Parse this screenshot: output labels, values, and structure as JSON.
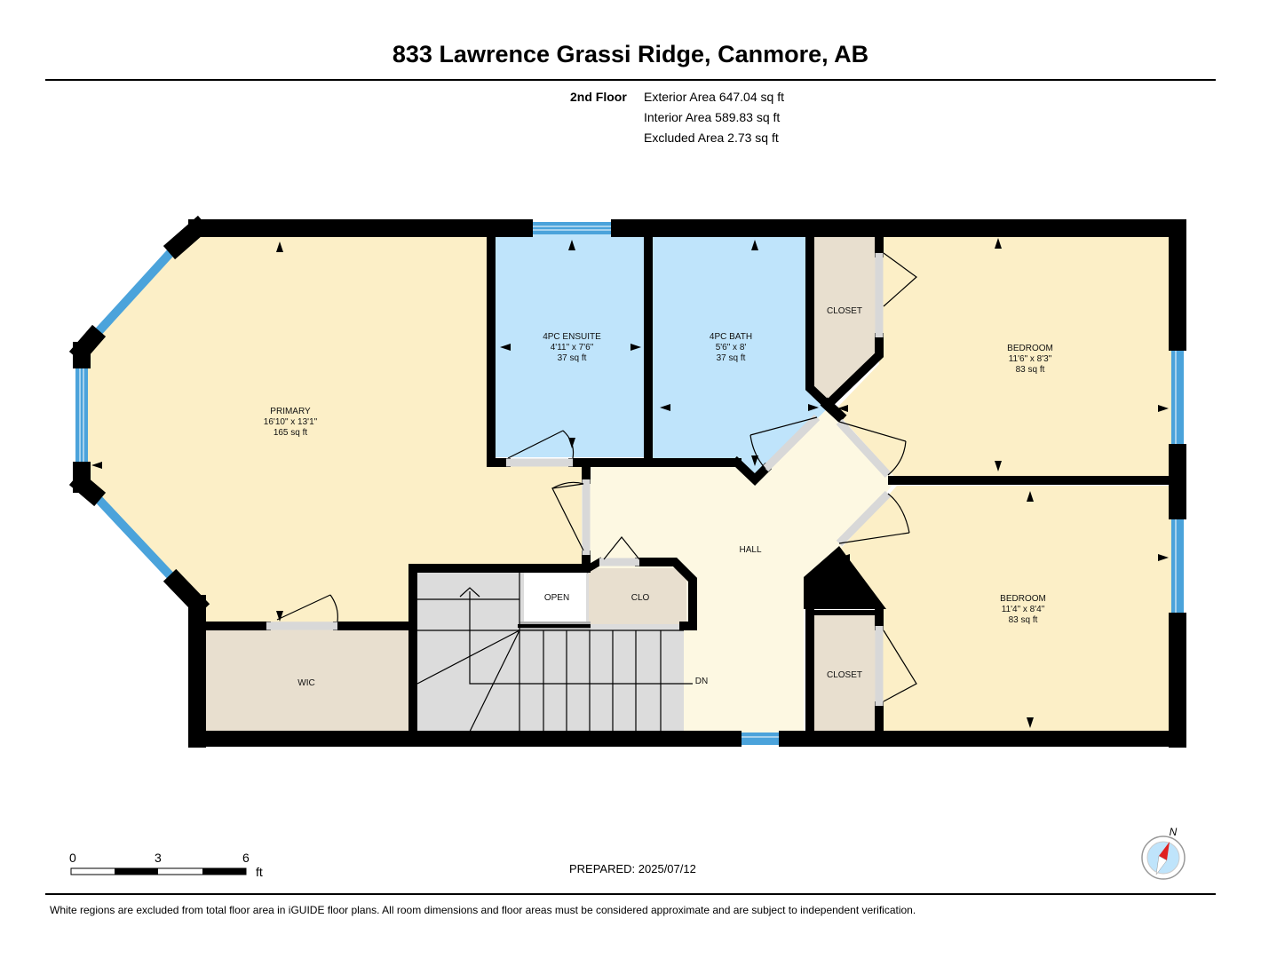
{
  "header": {
    "title": "833 Lawrence Grassi Ridge, Canmore, AB"
  },
  "floor_summary": {
    "floor_name": "2nd Floor",
    "exterior_area": "Exterior Area 647.04 sq ft",
    "interior_area": "Interior Area 589.83 sq ft",
    "excluded_area": "Excluded Area 2.73 sq ft"
  },
  "rooms": {
    "primary": {
      "name": "PRIMARY",
      "dims": "16'10\" x 13'1\"",
      "area": "165 sq ft"
    },
    "ensuite": {
      "name": "4PC ENSUITE",
      "dims": "4'11\" x 7'6\"",
      "area": "37 sq ft"
    },
    "bath": {
      "name": "4PC BATH",
      "dims": "5'6\" x 8'",
      "area": "37 sq ft"
    },
    "bedroom1": {
      "name": "BEDROOM",
      "dims": "11'6\" x 8'3\"",
      "area": "83 sq ft"
    },
    "bedroom2": {
      "name": "BEDROOM",
      "dims": "11'4\" x 8'4\"",
      "area": "83 sq ft"
    },
    "closet1": {
      "name": "CLOSET"
    },
    "closet2": {
      "name": "CLOSET"
    },
    "hall": {
      "name": "HALL"
    },
    "wic": {
      "name": "WIC"
    },
    "open": {
      "name": "OPEN"
    },
    "clo": {
      "name": "CLO"
    },
    "stairs": {
      "label": "DN"
    }
  },
  "scale_bar": {
    "ticks": [
      "0",
      "3",
      "6"
    ],
    "unit": "ft"
  },
  "compass": {
    "label": "N"
  },
  "footer": {
    "prepared": "PREPARED: 2025/07/12",
    "disclaimer": "White regions are excluded from total floor area in iGUIDE floor plans. All room dimensions and floor areas must be considered approximate and are subject to independent verification."
  },
  "colors": {
    "room_fill": "#fcefc7",
    "bath_fill": "#bfe4fb",
    "closet_fill": "#e8dfcf",
    "hall_fill": "#fdf8e2",
    "stairs_fill": "#dcdcdc",
    "wall": "#000000",
    "window": "#4ba3db",
    "door_opening": "#d8d8d8"
  }
}
